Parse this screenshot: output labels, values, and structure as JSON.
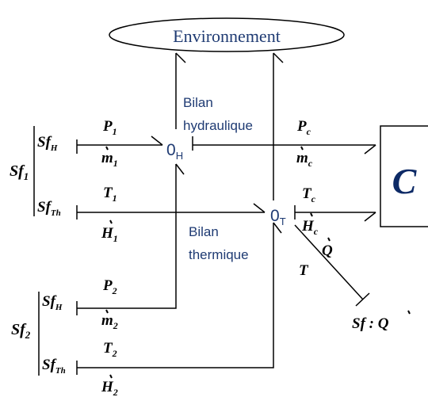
{
  "environment": {
    "label": "Environnement"
  },
  "component": {
    "label": "C"
  },
  "nodes": {
    "hydraulic_junction": {
      "main": "0",
      "sub": "H",
      "title_line1": "Bilan",
      "title_line2": "hydraulique"
    },
    "thermal_junction": {
      "main": "0",
      "sub": "T",
      "title_line1": "Bilan",
      "title_line2": "thermique"
    }
  },
  "sources": {
    "sf1": {
      "main": "Sf",
      "sub": "1"
    },
    "sf2": {
      "main": "Sf",
      "sub": "2"
    },
    "sf1_hydraulic": {
      "main": "Sf",
      "sub": "H"
    },
    "sf1_thermal": {
      "main": "Sf",
      "sub": "Th"
    },
    "sf2_hydraulic": {
      "main": "Sf",
      "sub": "H"
    },
    "sf2_thermal": {
      "main": "Sf",
      "sub": "Th"
    },
    "heat_source": {
      "main": "Sf : Q"
    }
  },
  "bonds": {
    "p1": {
      "main": "P",
      "sub": "1"
    },
    "m1": {
      "main": "m",
      "sub": "1"
    },
    "t1": {
      "main": "T",
      "sub": "1"
    },
    "h1": {
      "main": "H",
      "sub": "1"
    },
    "p2": {
      "main": "P",
      "sub": "2"
    },
    "m2": {
      "main": "m",
      "sub": "2"
    },
    "t2": {
      "main": "T",
      "sub": "2"
    },
    "h2": {
      "main": "H",
      "sub": "2"
    },
    "pc": {
      "main": "P",
      "sub": "c"
    },
    "mc": {
      "main": "m",
      "sub": "c"
    },
    "tc": {
      "main": "T",
      "sub": "c"
    },
    "hc": {
      "main": "H",
      "sub": "c"
    },
    "q": {
      "main": "Q"
    },
    "t": {
      "main": "T"
    }
  }
}
